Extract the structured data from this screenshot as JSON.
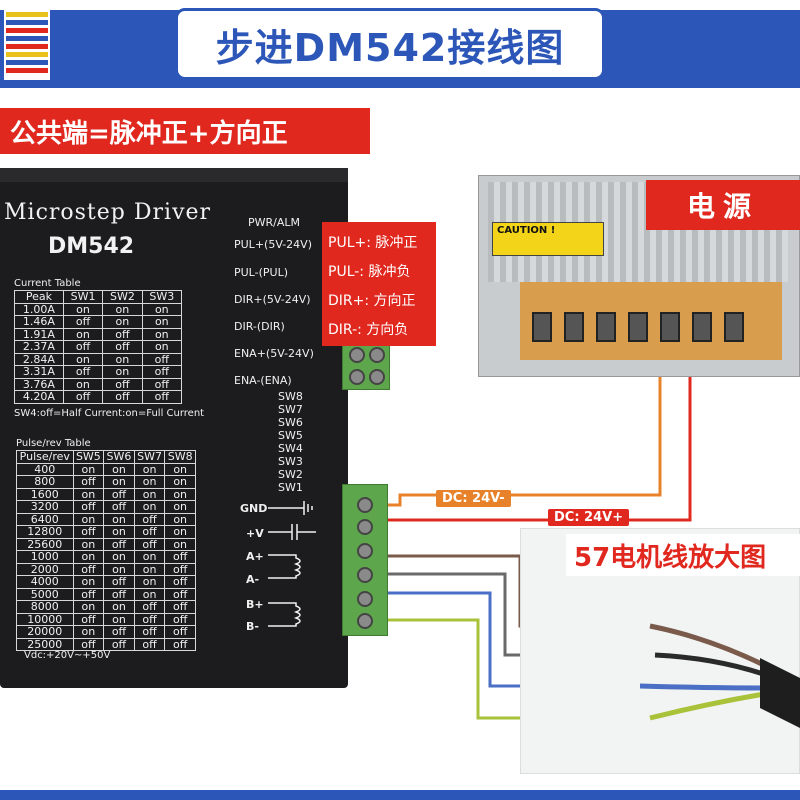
{
  "header": {
    "title": "步进DM542接线图"
  },
  "banner": {
    "text": "公共端=脉冲正+方向正"
  },
  "driver": {
    "title": "Microstep  Driver",
    "model": "DM542",
    "current_table": {
      "caption": "Current Table",
      "headers": [
        "Peak",
        "SW1",
        "SW2",
        "SW3"
      ],
      "rows": [
        [
          "1.00A",
          "on",
          "on",
          "on"
        ],
        [
          "1.46A",
          "off",
          "on",
          "on"
        ],
        [
          "1.91A",
          "on",
          "off",
          "on"
        ],
        [
          "2.37A",
          "off",
          "off",
          "on"
        ],
        [
          "2.84A",
          "on",
          "on",
          "off"
        ],
        [
          "3.31A",
          "off",
          "on",
          "off"
        ],
        [
          "3.76A",
          "on",
          "off",
          "off"
        ],
        [
          "4.20A",
          "off",
          "off",
          "off"
        ]
      ],
      "note": "SW4:off=Half Current:on=Full Current"
    },
    "pulse_table": {
      "caption": "Pulse/rev Table",
      "headers": [
        "Pulse/rev",
        "SW5",
        "SW6",
        "SW7",
        "SW8"
      ],
      "rows": [
        [
          "400",
          "on",
          "on",
          "on",
          "on"
        ],
        [
          "800",
          "off",
          "on",
          "on",
          "on"
        ],
        [
          "1600",
          "on",
          "off",
          "on",
          "on"
        ],
        [
          "3200",
          "off",
          "off",
          "on",
          "on"
        ],
        [
          "6400",
          "on",
          "on",
          "off",
          "on"
        ],
        [
          "12800",
          "off",
          "on",
          "off",
          "on"
        ],
        [
          "25600",
          "on",
          "off",
          "off",
          "on"
        ],
        [
          "1000",
          "on",
          "on",
          "on",
          "off"
        ],
        [
          "2000",
          "off",
          "on",
          "on",
          "off"
        ],
        [
          "4000",
          "on",
          "off",
          "on",
          "off"
        ],
        [
          "5000",
          "off",
          "off",
          "on",
          "off"
        ],
        [
          "8000",
          "on",
          "on",
          "off",
          "off"
        ],
        [
          "10000",
          "off",
          "on",
          "off",
          "off"
        ],
        [
          "20000",
          "on",
          "off",
          "off",
          "off"
        ],
        [
          "25000",
          "off",
          "off",
          "off",
          "off"
        ]
      ]
    },
    "vdc": "Vdc:+20V~+50V",
    "signal_labels": {
      "pwr": "PWR/ALM",
      "pul_plus": "PUL+(5V-24V)",
      "pul_minus": "PUL-(PUL)",
      "dir_plus": "DIR+(5V-24V)",
      "dir_minus": "DIR-(DIR)",
      "ena_plus": "ENA+(5V-24V)",
      "ena_minus": "ENA-(ENA)"
    },
    "switch_labels": [
      "SW8",
      "SW7",
      "SW6",
      "SW5",
      "SW4",
      "SW3",
      "SW2",
      "SW1"
    ],
    "power_labels": {
      "gnd": "GND",
      "v_plus": "+V",
      "a_plus": "A+",
      "a_minus": "A-",
      "b_plus": "B+",
      "b_minus": "B-"
    }
  },
  "callout": {
    "rows": [
      "PUL+:  脉冲正",
      "PUL-:  脉冲负",
      "DIR+:  方向正",
      "DIR-:  方向负"
    ]
  },
  "psu": {
    "label": "电源",
    "caution": "CAUTION !"
  },
  "wires": {
    "dc_minus": "DC: 24V-",
    "dc_plus": "DC: 24V+"
  },
  "motor": {
    "label": "57电机线放大图"
  },
  "colors": {
    "brand_blue": "#2c57b8",
    "accent_red": "#e0281f",
    "wire_orange": "#e8822a",
    "wire_red": "#e0281f",
    "wire_brown": "#7a5a4a",
    "wire_gray": "#6a6a6a",
    "wire_blue": "#4a6fc4",
    "wire_yellowgreen": "#a8c23a"
  }
}
